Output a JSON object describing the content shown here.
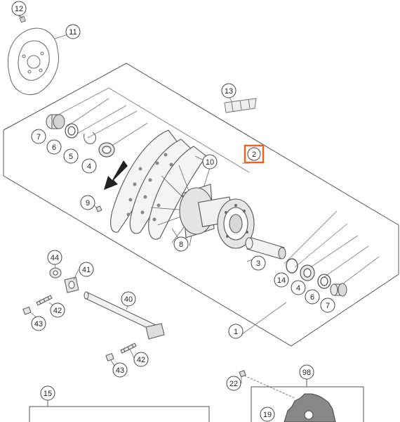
{
  "diagram": {
    "callouts": {
      "p12": "12",
      "p11": "11",
      "p13": "13",
      "p7a": "7",
      "p6a": "6",
      "p5": "5",
      "p4a": "4",
      "p2": "2",
      "p10": "10",
      "p9": "9",
      "p8": "8",
      "p3": "3",
      "p14": "14",
      "p4b": "4",
      "p6b": "6",
      "p7b": "7",
      "p1": "1",
      "p44": "44",
      "p41": "41",
      "p40": "40",
      "p42a": "42",
      "p43a": "43",
      "p43b": "43",
      "p42b": "42",
      "p15": "15",
      "p22": "22",
      "p98": "98",
      "p19": "19"
    },
    "highlight_color": "#e8641e",
    "line_color": "#4a4a4a"
  }
}
